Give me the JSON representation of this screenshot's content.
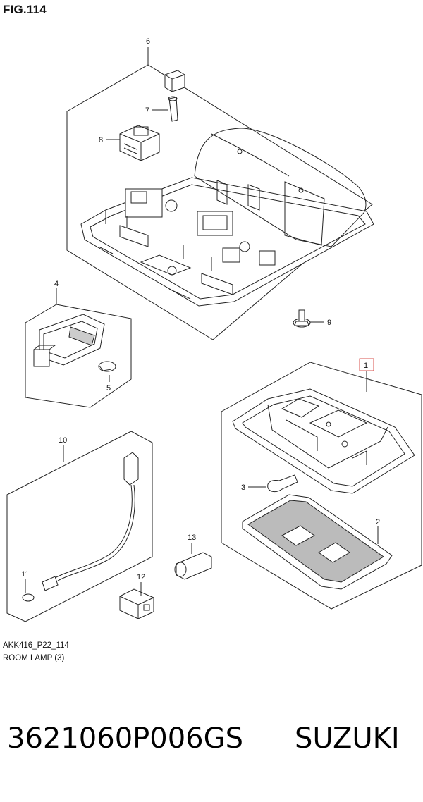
{
  "figure": {
    "title": "FIG.114",
    "code": "AKK416_P22_114",
    "name": "ROOM LAMP (3)"
  },
  "callouts": {
    "c1": "1",
    "c2": "2",
    "c3": "3",
    "c4": "4",
    "c5": "5",
    "c6": "6",
    "c7": "7",
    "c8": "8",
    "c9": "9",
    "c10": "10",
    "c11": "11",
    "c12": "12",
    "c13": "13"
  },
  "highlight_color": "#d9534f",
  "footer": {
    "part_number": "3621060P006GS",
    "brand": "SUZUKI"
  }
}
